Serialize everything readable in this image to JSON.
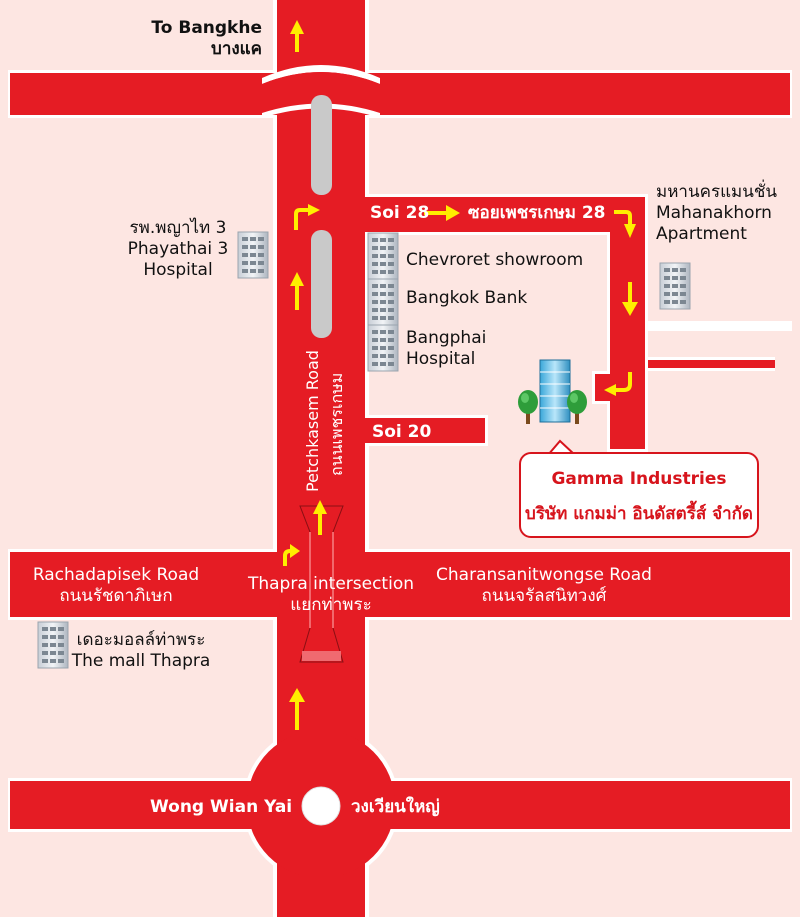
{
  "colors": {
    "background": "#fde6e2",
    "road": "#e51c24",
    "road_edge": "#ffffff",
    "arrow": "#ffee00",
    "median": "#c9c9c9",
    "callout_text": "#d7141c"
  },
  "labels": {
    "to_bangkhe_en": "To Bangkhe",
    "to_bangkhe_th": "บางแค",
    "phayathai_th": "รพ.พญาไท 3",
    "phayathai_en1": "Phayathai 3",
    "phayathai_en2": "Hospital",
    "soi28_en": "Soi 28",
    "soi28_th": "ซอยเพชรเกษม 28",
    "mahanakhorn_th": "มหานครแมนชั่น",
    "mahanakhorn_en1": "Mahanakhorn",
    "mahanakhorn_en2": "Apartment",
    "chevroret": "Chevroret showroom",
    "bangkok_bank": "Bangkok Bank",
    "bangphai1": "Bangphai",
    "bangphai2": "Hospital",
    "soi20": "Soi 20",
    "petchkasem_en": "Petchkasem Road",
    "petchkasem_th": "ถนนเพชรเกษม",
    "rachadapisek_en": "Rachadapisek Road",
    "rachadapisek_th": "ถนนรัชดาภิเษก",
    "thapra_en": "Thapra intersection",
    "thapra_th": "แยกท่าพระ",
    "charansanit_en": "Charansanitwongse Road",
    "charansanit_th": "ถนนจรัลสนิทวงศ์",
    "mall_th": "เดอะมอลล์ท่าพระ",
    "mall_en": "The mall Thapra",
    "wongwian_en": "Wong Wian Yai",
    "wongwian_th": "วงเวียนใหญ่"
  },
  "callout": {
    "company_en": "Gamma Industries",
    "company_th": "บริษัท แกมม่า อินดัสตรี้ส์ จำกัด"
  },
  "icons": [
    "building-icon",
    "office-tower-icon",
    "tree-icon",
    "arrow-icon"
  ]
}
